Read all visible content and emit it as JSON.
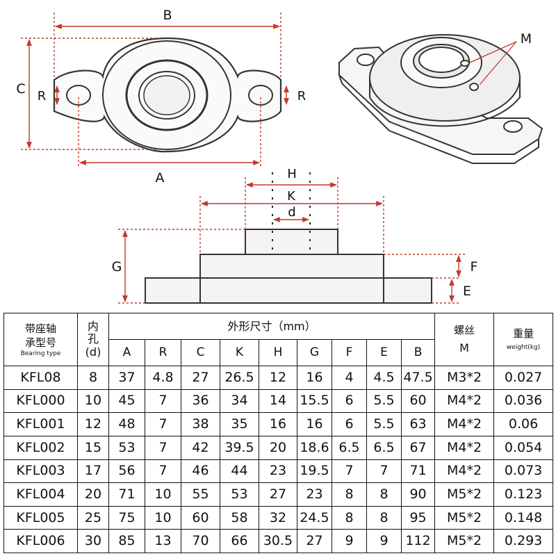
{
  "drawing": {
    "top_view_labels": {
      "B": "B",
      "C": "C",
      "A": "A",
      "R_left": "R",
      "R_right": "R"
    },
    "iso_view_labels": {
      "M": "M"
    },
    "side_view_labels": {
      "H": "H",
      "K": "K",
      "d": "d",
      "G": "G",
      "F": "F",
      "E": "E"
    },
    "line_color": "#c0392b"
  },
  "table": {
    "header": {
      "model_cn": [
        "带座轴",
        "承型号"
      ],
      "model_en": "Bearing type",
      "bore_cn": [
        "内",
        "孔"
      ],
      "bore_en": "(d)",
      "dims_cn": "外形尺寸（mm）",
      "dim_cols": [
        "A",
        "R",
        "C",
        "K",
        "H",
        "G",
        "F",
        "E",
        "B"
      ],
      "screw_cn": "螺丝",
      "screw_en": "M",
      "weight_cn": "重量",
      "weight_en": "weight(kg)"
    },
    "rows": [
      [
        "KFL08",
        "8",
        "37",
        "4.8",
        "27",
        "26.5",
        "12",
        "16",
        "4",
        "4.5",
        "47.5",
        "M3*2",
        "0.027"
      ],
      [
        "KFL000",
        "10",
        "45",
        "7",
        "36",
        "34",
        "14",
        "15.5",
        "6",
        "5.5",
        "60",
        "M4*2",
        "0.036"
      ],
      [
        "KFL001",
        "12",
        "48",
        "7",
        "38",
        "35",
        "16",
        "16",
        "6",
        "5.5",
        "63",
        "M4*2",
        "0.06"
      ],
      [
        "KFL002",
        "15",
        "53",
        "7",
        "42",
        "39.5",
        "20",
        "18.6",
        "6.5",
        "6.5",
        "67",
        "M4*2",
        "0.054"
      ],
      [
        "KFL003",
        "17",
        "56",
        "7",
        "46",
        "44",
        "23",
        "19.5",
        "7",
        "7",
        "71",
        "M4*2",
        "0.073"
      ],
      [
        "KFL004",
        "20",
        "71",
        "10",
        "55",
        "53",
        "27",
        "23",
        "8",
        "8",
        "90",
        "M5*2",
        "0.123"
      ],
      [
        "KFL005",
        "25",
        "75",
        "10",
        "60",
        "58",
        "32",
        "24.5",
        "8",
        "8",
        "95",
        "M5*2",
        "0.148"
      ],
      [
        "KFL006",
        "30",
        "85",
        "13",
        "70",
        "66",
        "30.5",
        "27",
        "9",
        "9",
        "112",
        "M5*2",
        "0.293"
      ]
    ]
  }
}
